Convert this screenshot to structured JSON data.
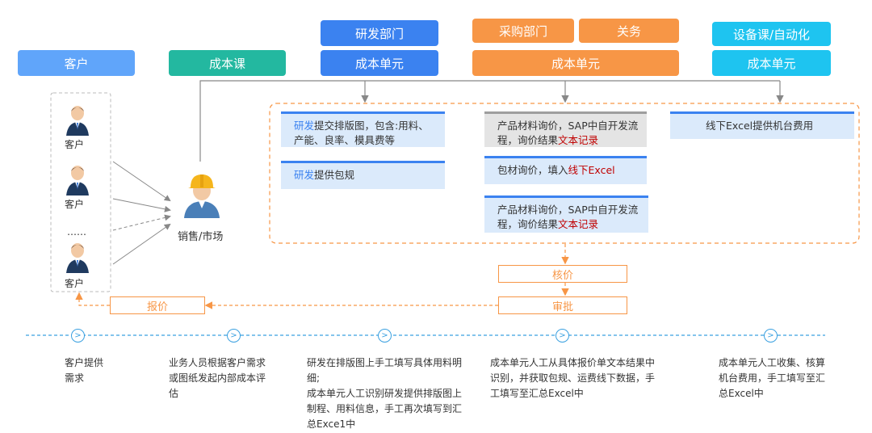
{
  "headers": {
    "customer": "客户",
    "cost_section": "成本课",
    "rd_dept": "研发部门",
    "rd_cost_unit": "成本单元",
    "purchasing_dept": "采购部门",
    "customs": "关务",
    "purchasing_cost_unit": "成本单元",
    "equipment_dept": "设备课/自动化",
    "equipment_cost_unit": "成本单元"
  },
  "people": {
    "customer_1": "客户",
    "customer_2": "客户",
    "ellipsis": "……",
    "customer_3": "客户",
    "sales": "销售/市场"
  },
  "rd_cards": {
    "card1": {
      "hl": "研发",
      "rest": "提交排版图，包含:用料、产能、良率、模具费等"
    },
    "card2": {
      "hl": "研发",
      "rest": "提供包规"
    }
  },
  "purchase_cards": {
    "card1": {
      "text": "产品材料询价，SAP中自开发流程，询价结果",
      "hl": "文本记录"
    },
    "card2": {
      "text": "包材询价，填入",
      "hl": "线下Excel"
    },
    "card3": {
      "text": "产品材料询价，SAP中自开发流程，询价结果",
      "hl": "文本记录"
    }
  },
  "equipment_card": "线下Excel提供机台费用",
  "flow": {
    "check_price": "核价",
    "approve": "审批",
    "quote": "报价"
  },
  "timeline": {
    "steps": [
      "客户提供需求",
      "业务人员根据客户需求或图纸发起内部成本评估",
      "研发在排版图上手工填写具体用料明细;\n成本单元人工识别研发提供排版图上制程、用料信息，手工再次填写到汇总Exce1中",
      "成本单元人工从具体报价单文本结果中识别，并获取包规、运费线下数据，手工填写至汇总Excel中",
      "成本单元人工收集、核算机台费用，手工填写至汇总Excel中"
    ]
  },
  "colors": {
    "blue": "#3b82f0",
    "light_blue": "#60a5fa",
    "teal": "#23b8a0",
    "orange": "#f79646",
    "cyan": "#1ec4f0",
    "red": "#c00000"
  },
  "icons": [
    "person-icon",
    "worker-helmet-icon",
    "chevron-right-icon"
  ]
}
